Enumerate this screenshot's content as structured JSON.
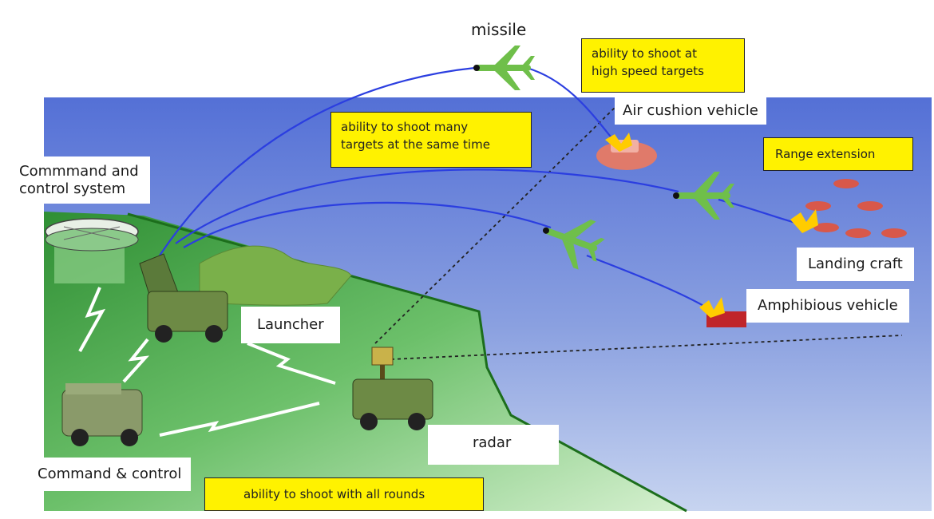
{
  "labels": {
    "missile": "missile",
    "air_cushion": "Air cushion vehicle",
    "command_control_system_1": "Commmand and",
    "command_control_system_2": "control system",
    "landing_craft": "Landing craft",
    "amphibious": "Amphibious vehicle",
    "launcher": "Launcher",
    "radar": "radar",
    "command_control": "Command & control"
  },
  "callouts": {
    "high_speed_1": "ability to shoot at",
    "high_speed_2": "high speed targets",
    "many_targets_1": "ability to shoot many",
    "many_targets_2": "targets at the same time",
    "range_extension": "Range extension",
    "all_rounds": "ability to shoot with all rounds"
  },
  "colors": {
    "sky": "#6f86d6",
    "land": "#3f9e3f",
    "callout": "#fff200",
    "trajectory": "#2b3ee0"
  }
}
